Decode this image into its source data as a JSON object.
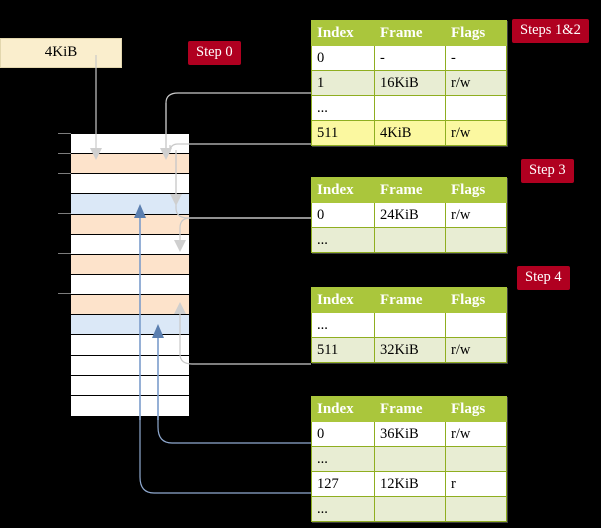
{
  "diagram": {
    "title_absent": true,
    "source_box": {
      "label": "4KiB"
    },
    "step_badges": [
      {
        "name": "step-0",
        "label": "Step 0"
      },
      {
        "name": "steps-1-2",
        "label": "Steps 1&2"
      },
      {
        "name": "step-3",
        "label": "Step 3"
      },
      {
        "name": "step-4",
        "label": "Step 4"
      }
    ],
    "columns": {
      "index": "Index",
      "frame": "Frame",
      "flags": "Flags"
    },
    "tables": [
      {
        "name": "page-table-level-4",
        "rows": [
          {
            "index": "0",
            "frame": "-",
            "flags": "-",
            "style": "white",
            "highlight": false
          },
          {
            "index": "1",
            "frame": "16KiB",
            "flags": "r/w",
            "style": "tint",
            "highlight": false
          },
          {
            "index": "...",
            "frame": "",
            "flags": "",
            "style": "white",
            "highlight": false
          },
          {
            "index": "511",
            "frame": "4KiB",
            "flags": "r/w",
            "style": "tint",
            "highlight": true
          }
        ]
      },
      {
        "name": "page-table-level-3",
        "rows": [
          {
            "index": "0",
            "frame": "24KiB",
            "flags": "r/w",
            "style": "white",
            "highlight": false
          },
          {
            "index": "...",
            "frame": "",
            "flags": "",
            "style": "tint",
            "highlight": false
          }
        ]
      },
      {
        "name": "page-table-level-2",
        "rows": [
          {
            "index": "...",
            "frame": "",
            "flags": "",
            "style": "white",
            "highlight": false
          },
          {
            "index": "511",
            "frame": "32KiB",
            "flags": "r/w",
            "style": "tint",
            "highlight": false
          }
        ]
      },
      {
        "name": "page-table-level-1",
        "rows": [
          {
            "index": "0",
            "frame": "36KiB",
            "flags": "r/w",
            "style": "white",
            "highlight": false
          },
          {
            "index": "...",
            "frame": "",
            "flags": "",
            "style": "tint",
            "highlight": false
          },
          {
            "index": "127",
            "frame": "12KiB",
            "flags": "r",
            "style": "white",
            "highlight": false
          },
          {
            "index": "...",
            "frame": "",
            "flags": "",
            "style": "tint",
            "highlight": false
          }
        ]
      }
    ],
    "memory_grid": {
      "name": "physical-memory-grid",
      "cells": [
        {
          "fill": "white"
        },
        {
          "fill": "orange"
        },
        {
          "fill": "white"
        },
        {
          "fill": "blue"
        },
        {
          "fill": "orange"
        },
        {
          "fill": "white"
        },
        {
          "fill": "orange"
        },
        {
          "fill": "white"
        },
        {
          "fill": "orange"
        },
        {
          "fill": "blue"
        },
        {
          "fill": "white"
        },
        {
          "fill": "white"
        },
        {
          "fill": "white"
        },
        {
          "fill": "white"
        }
      ]
    },
    "colors": {
      "badge": "#b00020",
      "table_header": "#aac63c",
      "table_tint": "#e8edd3",
      "highlight": "#fbf8a0",
      "grid_orange": "#fde3cb",
      "grid_blue": "#dbe8f7",
      "source_box": "#faeecd",
      "wire_gray": "#c9c9c9",
      "wire_blue": "#8fa9cf",
      "background": "#000000"
    }
  }
}
